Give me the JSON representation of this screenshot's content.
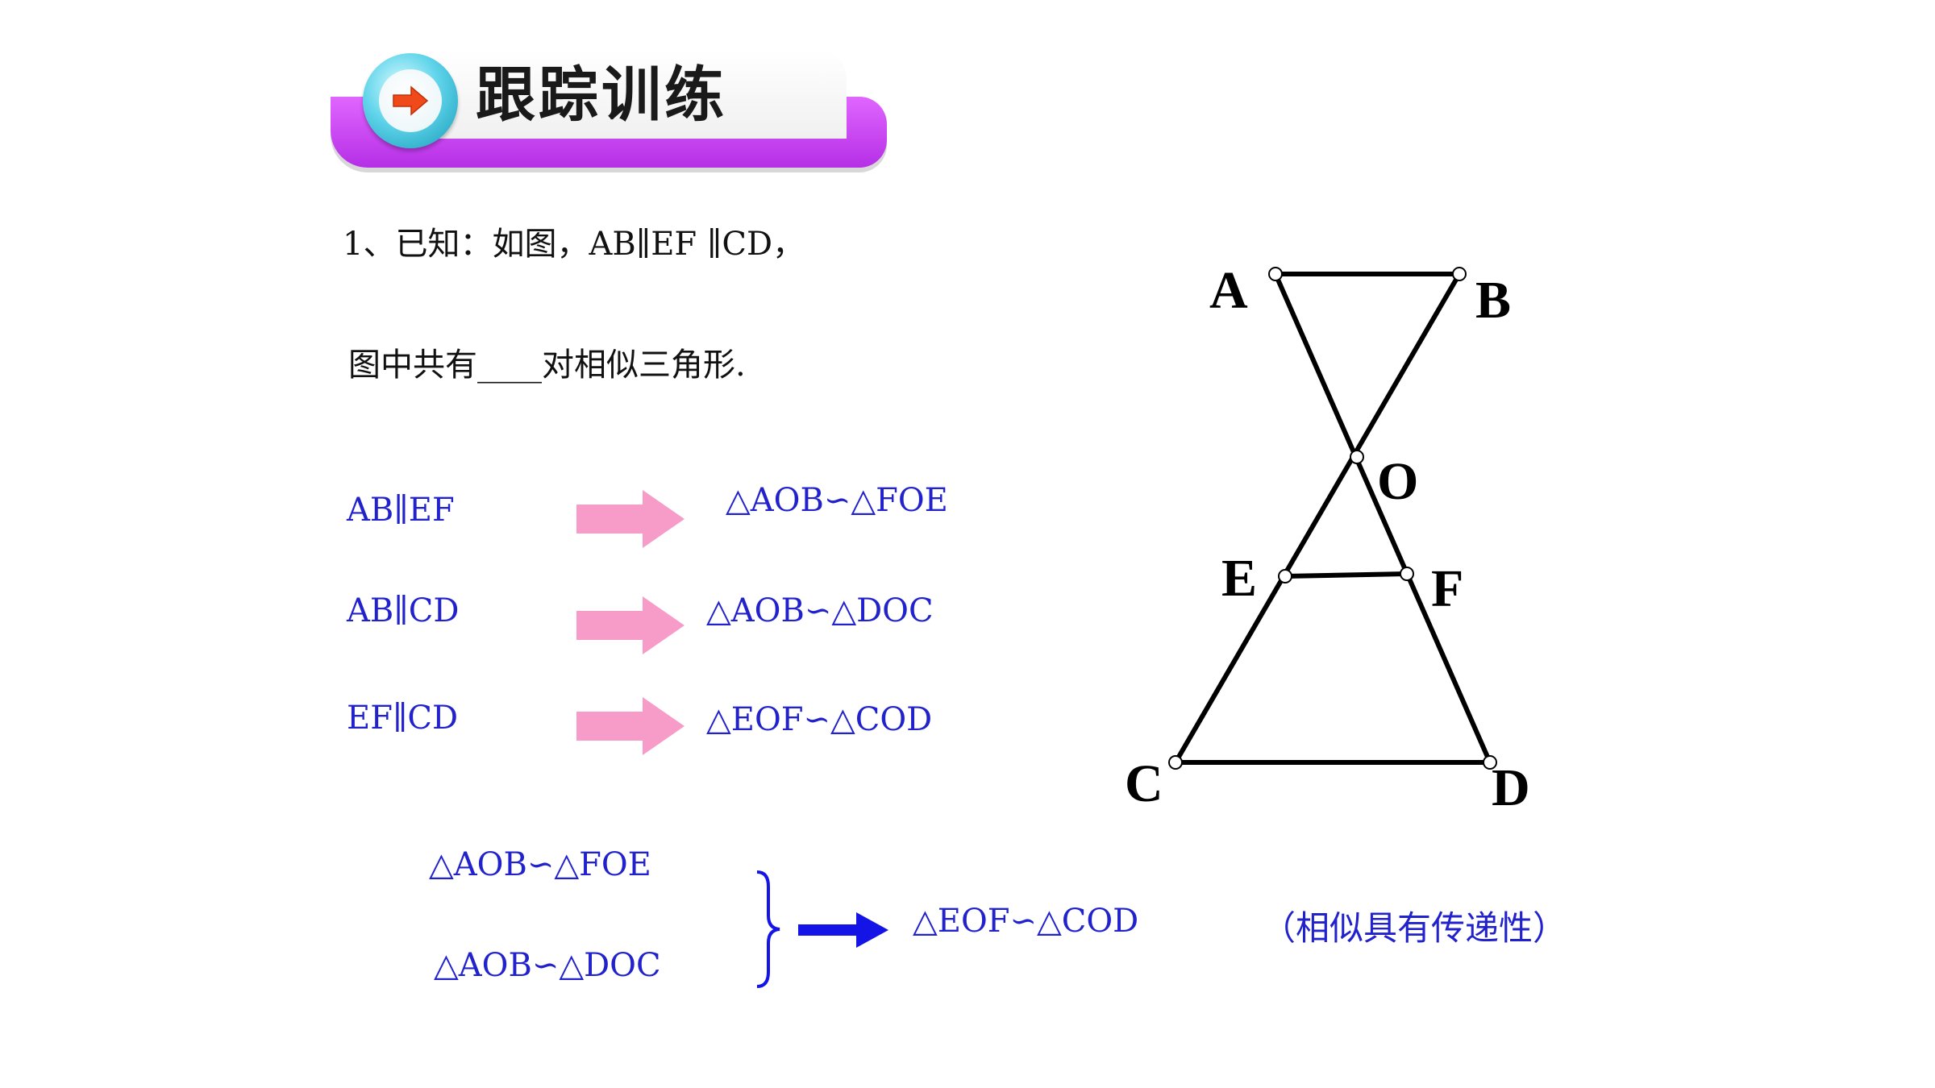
{
  "header": {
    "title": "跟踪训练",
    "accent": "#c040f0"
  },
  "question": {
    "line1": "1、已知：如图，AB∥EF ∥CD，",
    "line2": "图中共有____对相似三角形."
  },
  "steps": [
    {
      "condition": "AB∥EF",
      "result": "△AOB∽△FOE"
    },
    {
      "condition": "AB∥CD",
      "result": "△AOB∽△DOC"
    },
    {
      "condition": "EF∥CD",
      "result": "△EOF∽△COD"
    }
  ],
  "conclusion": {
    "premise1": "△AOB∽△FOE",
    "premise2": "△AOB∽△DOC",
    "result": "△EOF∽△COD",
    "note": "（相似具有传递性）"
  },
  "figure": {
    "labels": {
      "A": "A",
      "B": "B",
      "O": "O",
      "E": "E",
      "F": "F",
      "C": "C",
      "D": "D"
    }
  },
  "colors": {
    "text_blue": "#2222cc",
    "arrow_pink": "#f79cc8",
    "arrow_blue": "#1414e6"
  }
}
